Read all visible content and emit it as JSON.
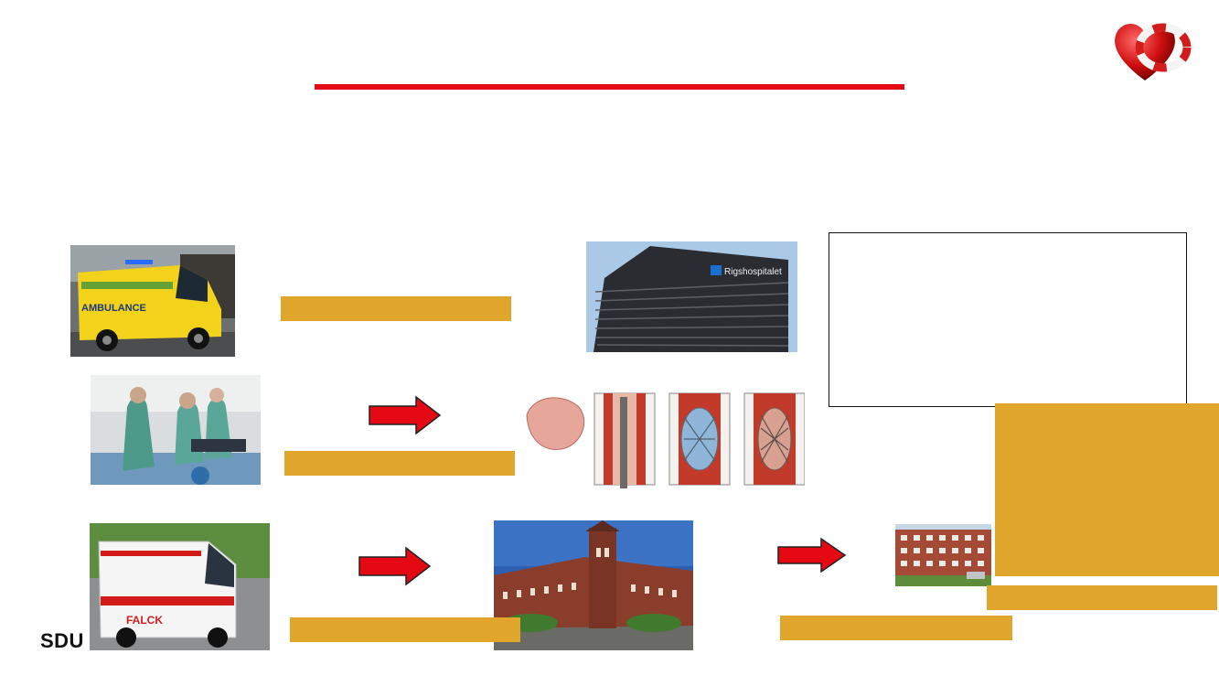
{
  "logo": {
    "text": "SDU"
  },
  "colors": {
    "title_rule": "#e50914",
    "label_fill": "#e0a62c",
    "arrow": "#e50914"
  },
  "icons": {
    "brand": "heart-lifebuoy-icon",
    "flow_arrow": "right-arrow-icon"
  },
  "photos": {
    "hospital_sign": "Rigshospitalet",
    "ambulance_text": "AMBULANCE",
    "falck_text": "FALCK"
  }
}
